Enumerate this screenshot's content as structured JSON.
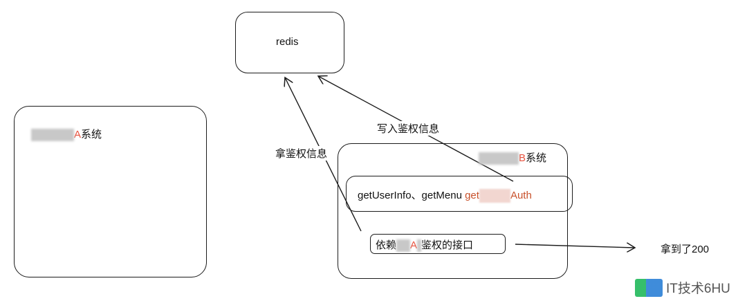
{
  "nodes": {
    "redis": "redis",
    "system_a": {
      "letter": "A",
      "suffix": "系统"
    },
    "system_b": {
      "letter": "B",
      "suffix": "系统"
    },
    "interfaces": {
      "text": "getUserInfo、getMenu",
      "highlight_prefix": "get",
      "highlight_suffix": "Auth"
    },
    "depend": {
      "prefix": "依赖",
      "letter": "A",
      "suffix": "鉴权的接口"
    },
    "result": "拿到了200"
  },
  "edges": {
    "write_label": "写入鉴权信息",
    "read_label": "拿鉴权信息"
  },
  "watermark": "IT技术6HU",
  "colors": {
    "accent_red": "#e8503c",
    "accent_orange": "#c8502a"
  }
}
